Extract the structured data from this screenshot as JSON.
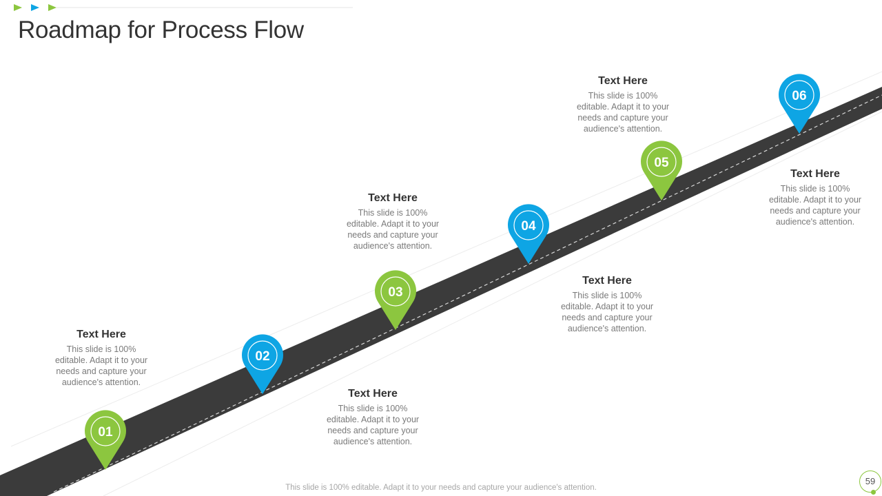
{
  "slide": {
    "title": "Roadmap for Process Flow",
    "footer": "This slide is 100% editable. Adapt it to your needs and capture your audience's attention.",
    "page_number": "59"
  },
  "colors": {
    "green": "#8cc63f",
    "blue": "#0ea5e4",
    "road": "#3b3b3b",
    "title": "#333333",
    "body": "#7a7a7a"
  },
  "markers": [
    {
      "label": "01",
      "color": "green"
    },
    {
      "label": "02",
      "color": "blue"
    },
    {
      "label": "03",
      "color": "green"
    },
    {
      "label": "04",
      "color": "blue"
    },
    {
      "label": "05",
      "color": "green"
    },
    {
      "label": "06",
      "color": "blue"
    }
  ],
  "steps": [
    {
      "heading": "Text Here",
      "body": [
        "This slide is 100%",
        "editable. Adapt it to your",
        "needs and capture your",
        "audience's attention."
      ]
    },
    {
      "heading": "Text Here",
      "body": [
        "This slide is 100%",
        "editable. Adapt it to your",
        "needs and capture your",
        "audience's attention."
      ]
    },
    {
      "heading": "Text Here",
      "body": [
        "This slide is 100%",
        "editable. Adapt it to your",
        "needs and capture your",
        "audience's attention."
      ]
    },
    {
      "heading": "Text Here",
      "body": [
        "This slide is 100%",
        "editable. Adapt it to your",
        "needs and capture your",
        "audience's attention."
      ]
    },
    {
      "heading": "Text Here",
      "body": [
        "This slide is 100%",
        "editable. Adapt it to your",
        "needs and capture your",
        "audience's attention."
      ]
    },
    {
      "heading": "Text Here",
      "body": [
        "This slide is 100%",
        "editable. Adapt it to your",
        "needs and capture your",
        "audience's attention."
      ]
    }
  ]
}
